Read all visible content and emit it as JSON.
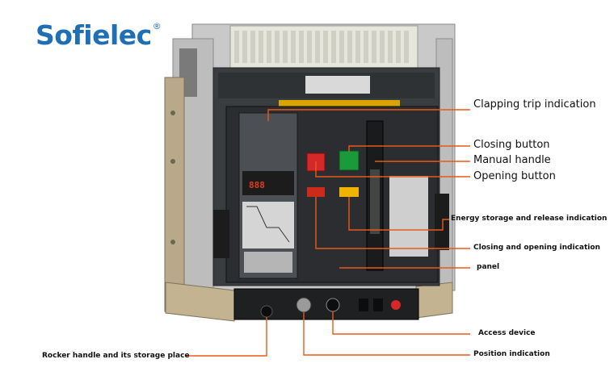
{
  "brand": {
    "name": "Sofielec",
    "mark": "®"
  },
  "device": {
    "display_readout": "888"
  },
  "labels": {
    "clapping_trip": "Clapping trip indication",
    "closing_button": "Closing button",
    "manual_handle": "Manual handle",
    "opening_button": "Opening button",
    "energy_storage": "Energy storage and release indication",
    "closing_opening": "Closing and opening indication",
    "panel": "panel",
    "access_device": "Access device",
    "position_indication": "Position indication",
    "rocker_handle": "Rocker handle and its storage place"
  },
  "colors": {
    "brand": "#1f6fb7",
    "callout": "#e85a1b",
    "close_button": "#1a9a3a",
    "open_button": "#d62828",
    "indicator": "#f0b400"
  }
}
